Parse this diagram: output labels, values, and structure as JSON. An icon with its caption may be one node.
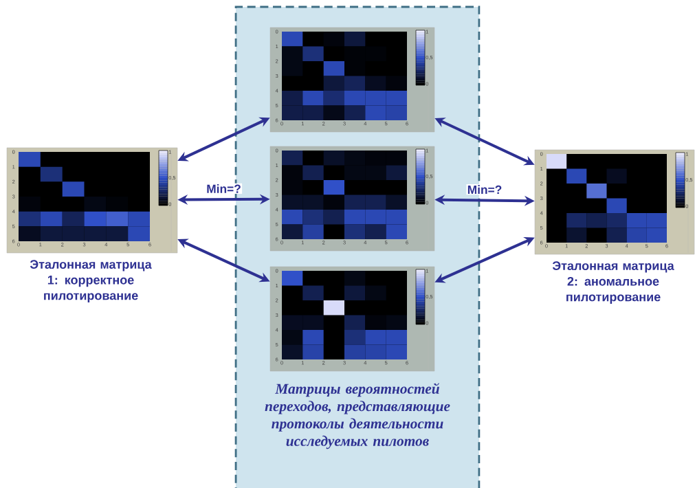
{
  "diagram": {
    "nodes": [
      {
        "text": [
          "Эталонная матрица 1: корректное пилотирование"
        ]
      },
      {
        "text": [
          "Матрицы вероятностей переходов, представляющие протоколы деятельности исследуемых пилотов"
        ]
      },
      {
        "text": [],
        "shape": "picture",
        "in": 1
      },
      {
        "text": [],
        "shape": "picture",
        "in": 1
      },
      {
        "text": [],
        "shape": "picture",
        "in": 1
      },
      {
        "text": [
          "Эталонная матрица 2: аномальное пилотирование"
        ]
      }
    ],
    "edges": [
      {
        "from": 0,
        "to": 2,
        "arrow": "both"
      },
      {
        "from": 0,
        "to": 3,
        "arrow": "both",
        "label": "Min=?"
      },
      {
        "from": 0,
        "to": 4,
        "arrow": "both"
      },
      {
        "from": 5,
        "to": 2,
        "arrow": "both"
      },
      {
        "from": 5,
        "to": 3,
        "arrow": "both",
        "label": "Min=?"
      },
      {
        "from": 5,
        "to": 4,
        "arrow": "both"
      }
    ],
    "labels": [
      "0",
      "1",
      "2",
      "3",
      "4",
      "5",
      "6",
      "0",
      "1",
      "2",
      "3",
      "4",
      "5",
      "6",
      "1",
      "0,5",
      "0",
      "0",
      "1",
      "2",
      "3",
      "4",
      "5",
      "6",
      "0",
      "1",
      "2",
      "3",
      "4",
      "5",
      "6",
      "1",
      "0,5",
      "0",
      "0",
      "1",
      "2",
      "3",
      "4",
      "5",
      "6",
      "0",
      "1",
      "2",
      "3",
      "4",
      "5",
      "6",
      "1",
      "0,5",
      "0",
      "0",
      "1",
      "2",
      "3",
      "4",
      "5",
      "6",
      "0",
      "1",
      "2",
      "3",
      "4",
      "5",
      "6",
      "1",
      "0,5",
      "0",
      "0",
      "1",
      "2",
      "3",
      "4",
      "5",
      "6",
      "0",
      "1",
      "2",
      "3",
      "4",
      "5",
      "6",
      "1",
      "0,5",
      "0"
    ]
  }
}
